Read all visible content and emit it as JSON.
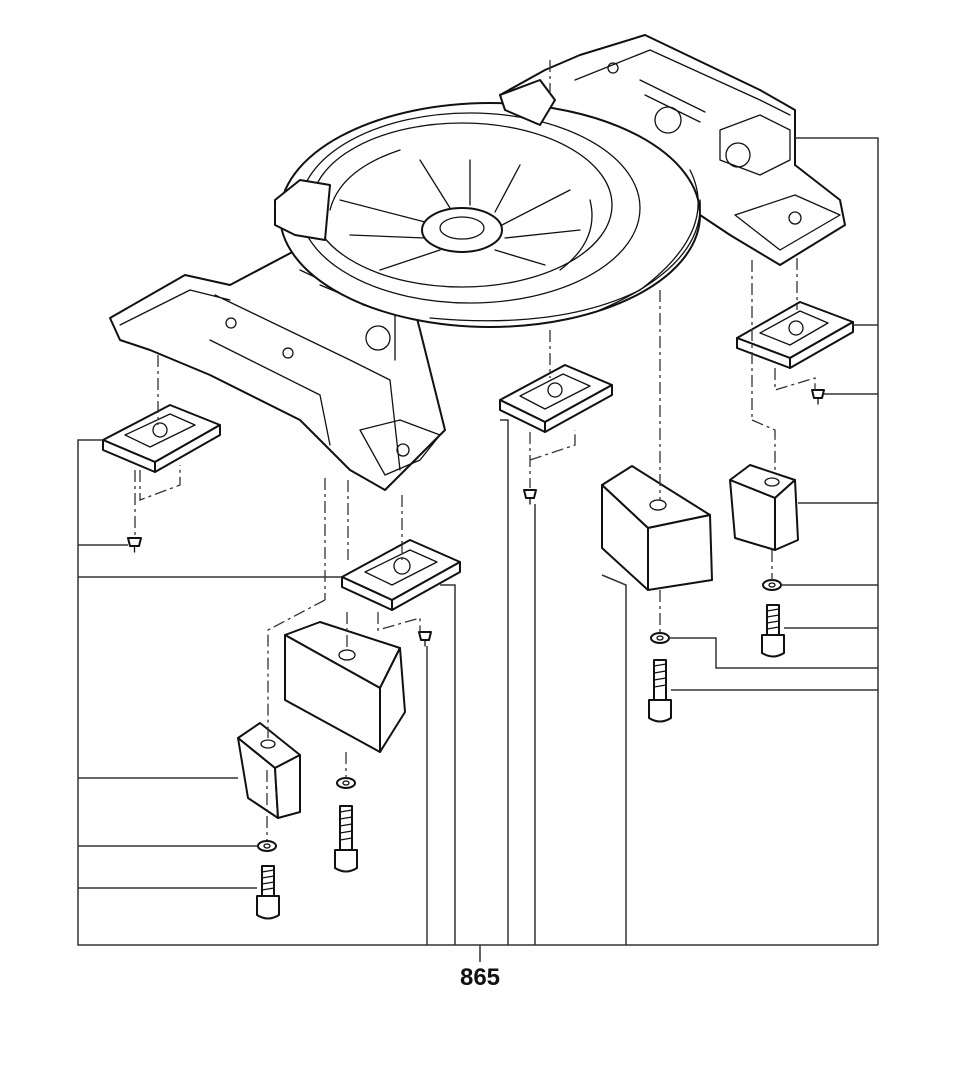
{
  "diagram": {
    "callout_number": "865",
    "parts": [
      "base-frame",
      "slide-pad-front-left",
      "slide-pad-rear-left",
      "slide-pad-center",
      "slide-pad-right",
      "clamp-block-large-left",
      "clamp-block-small-left",
      "clamp-block-large-right",
      "clamp-block-small-right",
      "screw",
      "washer",
      "cap-screw"
    ]
  }
}
